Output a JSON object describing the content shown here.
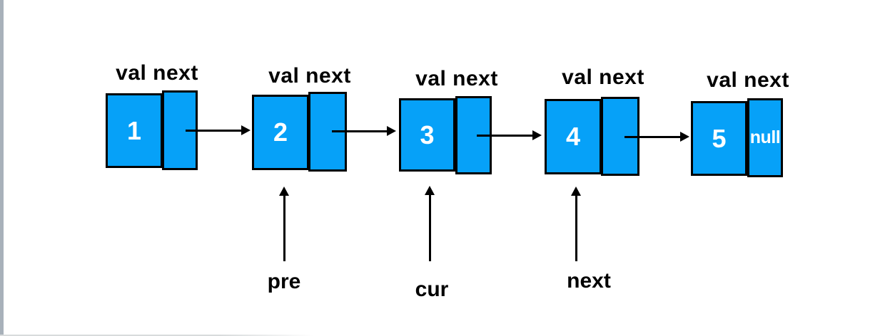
{
  "diagram": {
    "type": "linked-list",
    "description_visible_text_only": true
  },
  "colors": {
    "node_fill": "#06a1f8",
    "node_border": "#000000",
    "node_text": "#ffffff",
    "label_text": "#000000",
    "left_strip": "#a8b1ba",
    "bottom_edge": "#d8dbdc"
  },
  "nodes": [
    {
      "header": "val next",
      "val": "1",
      "next": ""
    },
    {
      "header": "val next",
      "val": "2",
      "next": ""
    },
    {
      "header": "val next",
      "val": "3",
      "next": ""
    },
    {
      "header": "val next",
      "val": "4",
      "next": ""
    },
    {
      "header": "val next",
      "val": "5",
      "next": "null"
    }
  ],
  "pointers": [
    {
      "label": "pre"
    },
    {
      "label": "cur"
    },
    {
      "label": "next"
    }
  ]
}
